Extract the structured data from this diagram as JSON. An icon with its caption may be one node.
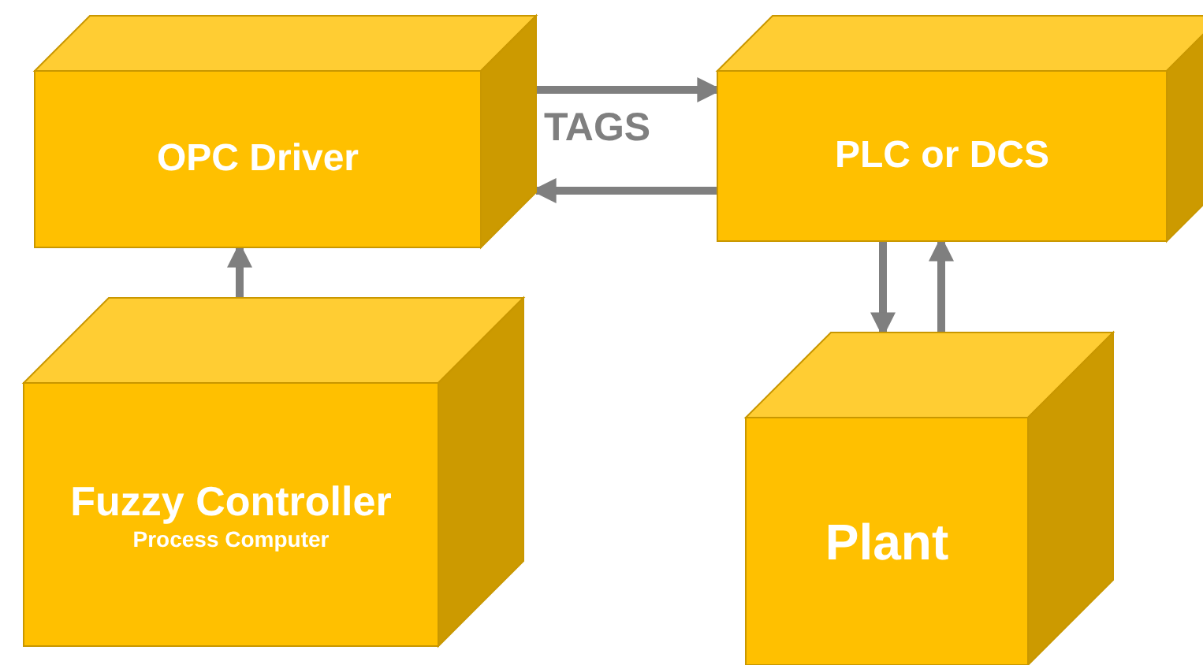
{
  "diagram": {
    "nodes": [
      {
        "text": [
          "OPC Driver"
        ]
      },
      {
        "text": [
          "PLC or DCS"
        ]
      },
      {
        "text": [
          "Fuzzy Controller",
          "Process Computer"
        ]
      },
      {
        "text": [
          "Plant"
        ]
      }
    ],
    "edges": [
      {
        "from": 0,
        "to": 1,
        "arrow": "to"
      },
      {
        "from": 1,
        "to": 0,
        "arrow": "to"
      },
      {
        "from": 2,
        "to": 0,
        "arrow": "to"
      },
      {
        "from": 1,
        "to": 3,
        "arrow": "to"
      },
      {
        "from": 3,
        "to": 1,
        "arrow": "to"
      }
    ],
    "labels": [
      "TAGS"
    ]
  }
}
